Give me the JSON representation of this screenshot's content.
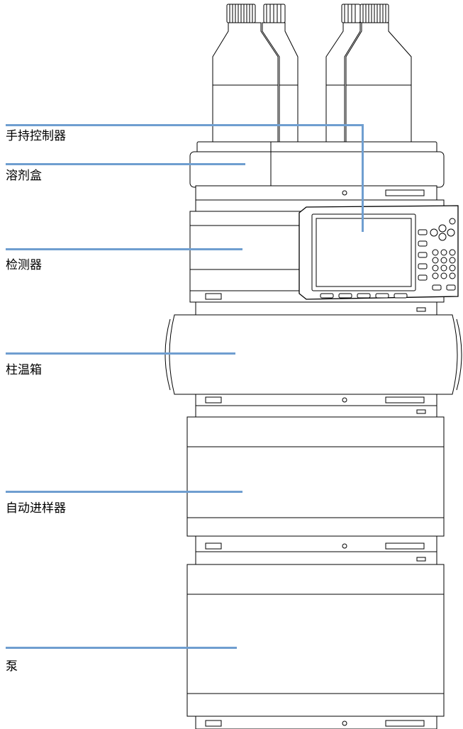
{
  "diagram": {
    "accent_color": "#6f9ed0",
    "labels": {
      "handheld_controller": "手持控制器",
      "solvent_cabinet": "溶剂盒",
      "detector": "检测器",
      "column_compartment": "柱温箱",
      "autosampler": "自动进样器",
      "pump": "泵"
    }
  }
}
